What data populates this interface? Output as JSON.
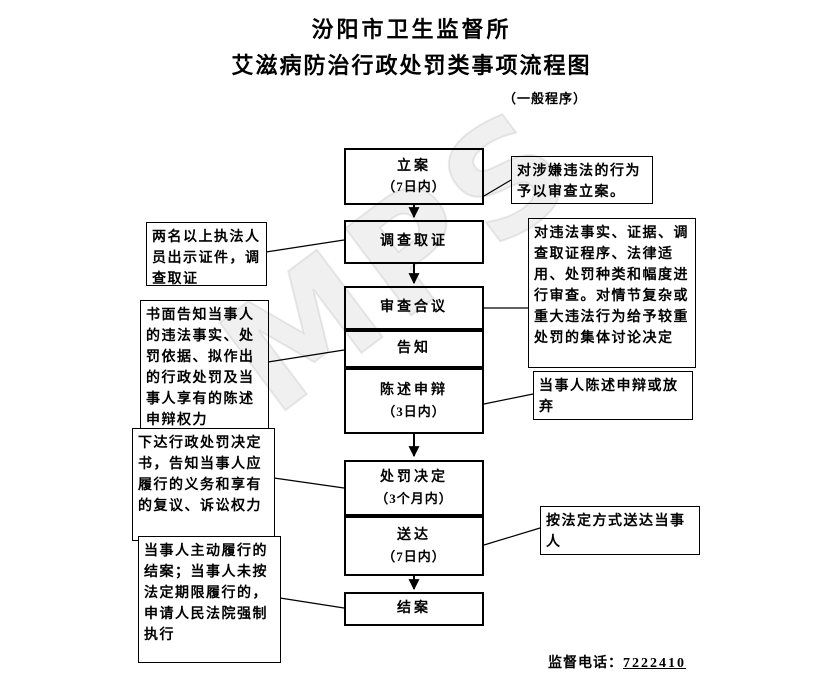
{
  "title": {
    "line1": "汾阳市卫生监督所",
    "line2": "艾滋病防治行政处罚类事项流程图",
    "subtitle": "（一般程序）"
  },
  "watermark": "MPS",
  "flow": {
    "filing": {
      "label": "立案",
      "sub": "（7日内）"
    },
    "investigation": {
      "label": "调查取证"
    },
    "review": {
      "label": "审查合议"
    },
    "notify": {
      "label": "告知"
    },
    "statement": {
      "label": "陈述申辩",
      "sub": "（3日内）"
    },
    "decision": {
      "label": "处罚决定",
      "sub": "（3个月内）"
    },
    "service": {
      "label": "送达",
      "sub": "（7日内）"
    },
    "closing": {
      "label": "结案"
    }
  },
  "notes": {
    "right_filing": "对涉嫌违法的行为予以审查立案。",
    "left_investigation": "两名以上执法人员出示证件，调查取证",
    "right_review": "对违法事实、证据、调查取证程序、法律适用、处罚种类和幅度进行审查。对情节复杂或重大违法行为给予较重处罚的集体讨论决定",
    "left_notify": "书面告知当事人的违法事实、处罚依据、拟作出的行政处罚及当事人享有的陈述申辩权力",
    "right_statement": "当事人陈述申辩或放弃",
    "left_decision": "下达行政处罚决定书，告知当事人应履行的义务和享有的复议、诉讼权力",
    "right_service": "按法定方式送达当事人",
    "left_closing": "当事人主动履行的结案；当事人未按法定期限履行的，申请人民法院强制执行"
  },
  "footer": {
    "phone_label": "监督电话：",
    "phone_number": "7222410"
  }
}
